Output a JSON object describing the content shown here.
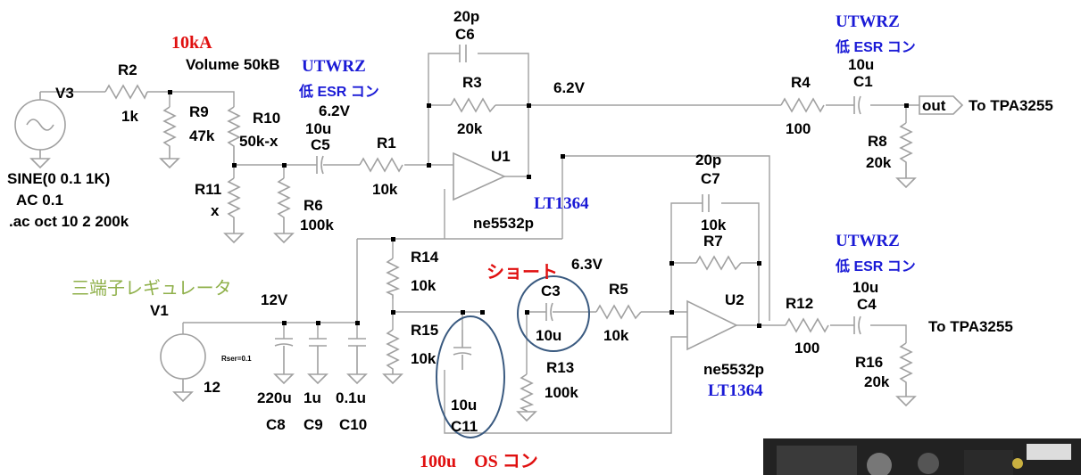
{
  "labels": {
    "v3": "V3",
    "sine": "SINE(0 0.1 1K)",
    "ac": "AC 0.1",
    "ac_cmd": ".ac oct 10 2 200k",
    "r2": "R2",
    "r2_val": "1k",
    "r9": "R9",
    "r9_val": "47k",
    "r10": "R10",
    "r10_val": "50k-x",
    "r11": "R11",
    "r11_val": "x",
    "r6": "R6",
    "r6_val": "100k",
    "c5_val": "10u",
    "c5": "C5",
    "r1": "R1",
    "r1_val": "10k",
    "volume_note": "10kA",
    "volume": "Volume 50kB",
    "utwrz1": "UTWRZ",
    "lowesr1": "低 ESR コン",
    "v62a": "6.2V",
    "c6_val": "20p",
    "c6": "C6",
    "r3": "R3",
    "r3_val": "20k",
    "v62b": "6.2V",
    "u1": "U1",
    "u1_part": "ne5532p",
    "lt1364a": "LT1364",
    "r4": "R4",
    "r4_val": "100",
    "utwrz2": "UTWRZ",
    "lowesr2": "低 ESR コン",
    "c1_val": "10u",
    "c1": "C1",
    "out": "out",
    "to_tpa1": "To TPA3255",
    "r8": "R8",
    "r8_val": "20k",
    "c7_val": "20p",
    "c7": "C7",
    "r7_val": "10k",
    "r7": "R7",
    "u2": "U2",
    "u2_part": "ne5532p",
    "lt1364b": "LT1364",
    "utwrz3": "UTWRZ",
    "lowesr3": "低 ESR コン",
    "c4_val": "10u",
    "c4": "C4",
    "r12": "R12",
    "r12_val": "100",
    "to_tpa2": "To TPA3255",
    "r16": "R16",
    "r16_val": "20k",
    "regulator": "三端子レギュレータ",
    "v1": "V1",
    "rser": "Rser=0.1",
    "v1_val": "12",
    "v12": "12V",
    "r14": "R14",
    "r14_val": "10k",
    "r15": "R15",
    "r15_val": "10k",
    "short": "ショート",
    "v63": "6.3V",
    "c3": "C3",
    "c3_val": "10u",
    "r5": "R5",
    "r5_val": "10k",
    "r13": "R13",
    "r13_val": "100k",
    "c11_val": "10u",
    "c11": "C11",
    "c8_val": "220u",
    "c8": "C8",
    "c9_val": "1u",
    "c9": "C9",
    "c10_val": "0.1u",
    "c10": "C10",
    "oscon": "100u　OS コン"
  },
  "colors": {
    "wire": "#a0a0a0",
    "blue_note": "#1a1ad6",
    "red_note": "#e01010",
    "green_note": "#8fb04a",
    "oval": "#3a5a80"
  }
}
